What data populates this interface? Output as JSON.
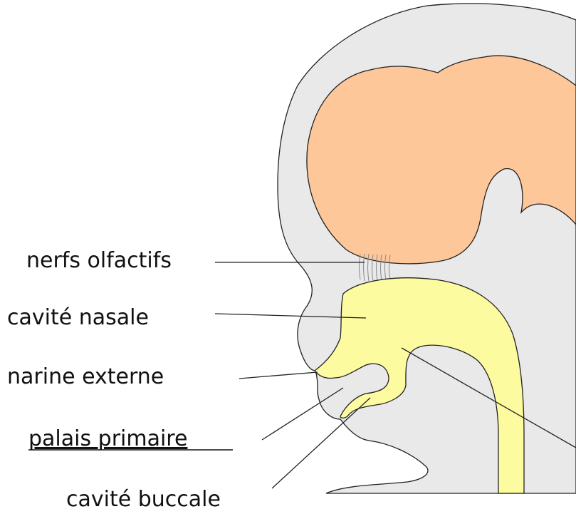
{
  "labels": {
    "nerfs_olfactifs": "nerfs olfactifs",
    "cavite_nasale": "cavité nasale",
    "narine_externe": "narine externe",
    "palais_primaire": "palais primaire",
    "cavite_buccale": "cavité buccale"
  },
  "colors": {
    "head": "#e9e9e9",
    "brain": "#fdc799",
    "cavity": "#fdfb9f",
    "outline": "#222222"
  }
}
